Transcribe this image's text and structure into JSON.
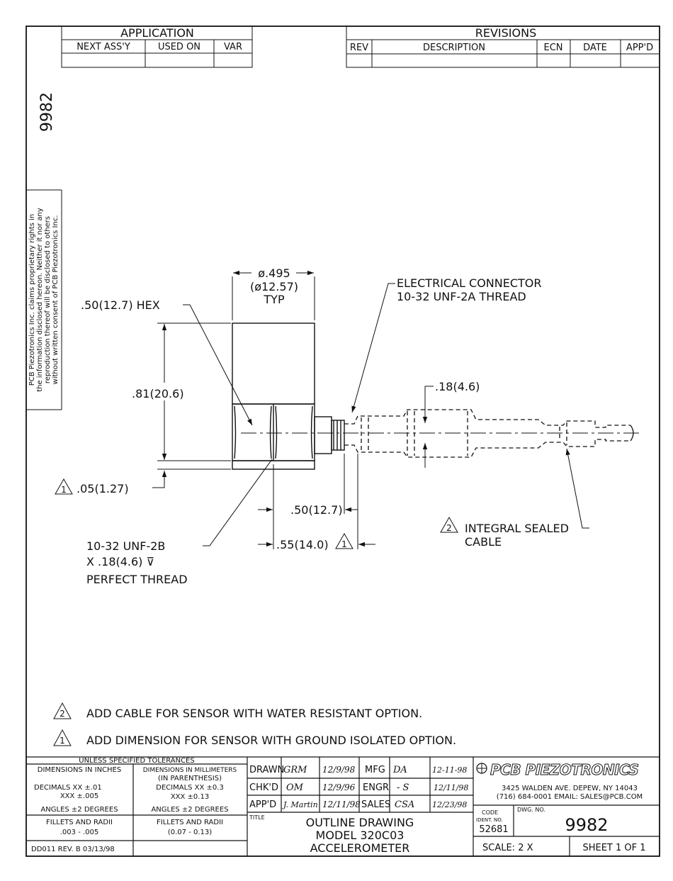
{
  "sheet_number_vertical": "9982",
  "proprietary_notice": [
    "PCB Piezotronics Inc. claims proprietary rights in",
    "the information disclosed hereon. Neither it nor any",
    "reproduction thereof will be disclosed to others",
    "without written consent of PCB Piezotronics Inc."
  ],
  "application": {
    "title": "APPLICATION",
    "columns": [
      "NEXT ASS'Y",
      "USED ON",
      "VAR"
    ]
  },
  "revisions": {
    "title": "REVISIONS",
    "columns": [
      "REV",
      "DESCRIPTION",
      "ECN",
      "DATE",
      "APP'D"
    ]
  },
  "drawing": {
    "dim_diameter": "ø.495",
    "dim_diameter_mm": "(ø12.57)",
    "dim_typ": "TYP",
    "label_hex": ".50(12.7) HEX",
    "label_connector_1": "ELECTRICAL CONNECTOR",
    "label_connector_2": "10-32 UNF-2A THREAD",
    "dim_height": ".81(20.6)",
    "dim_cable": ".18(4.6)",
    "note1_mark": "1",
    "dim_base": ".05(1.27)",
    "dim_connector_len": ".50(12.7)",
    "dim_total_len": ".55(14.0)",
    "thread_1": "10-32 UNF-2B",
    "thread_2": "X .18(4.6) ⊽",
    "thread_3": "PERFECT THREAD",
    "note2_mark": "2",
    "cable_1": "INTEGRAL SEALED",
    "cable_2": "CABLE"
  },
  "notes": [
    {
      "mark": "2",
      "text": "ADD CABLE FOR SENSOR WITH WATER RESISTANT OPTION."
    },
    {
      "mark": "1",
      "text": "ADD DIMENSION FOR SENSOR WITH GROUND ISOLATED OPTION."
    }
  ],
  "tolerances": {
    "header": "UNLESS SPECIFIED TOLERANCES",
    "inches_title": "DIMENSIONS IN INCHES",
    "inches_l1": "DECIMALS  XX ±.01",
    "inches_l2": "XXX ±.005",
    "inches_l3": "ANGLES ±2 DEGREES",
    "mm_title": "DIMENSIONS IN MILLIMETERS",
    "mm_sub": "(IN PARENTHESIS)",
    "mm_l1": "DECIMALS  XX ±0.3",
    "mm_l2": "XXX ±0.13",
    "mm_l3": "ANGLES ±2 DEGREES",
    "fillets_in_title": "FILLETS AND RADII",
    "fillets_in": ".003 - .005",
    "fillets_mm_title": "FILLETS AND RADII",
    "fillets_mm": "(0.07 - 0.13)",
    "form_rev": "DD011 REV. B 03/13/98"
  },
  "approvals": [
    {
      "role": "DRAWN",
      "initials": "GRM",
      "date": "12/9/98",
      "role2": "MFG",
      "initials2": "DA",
      "date2": "12-11-98"
    },
    {
      "role": "CHK'D",
      "initials": "OM",
      "date": "12/9/96",
      "role2": "ENGR",
      "initials2": "- S",
      "date2": "12/11/98"
    },
    {
      "role": "APP'D",
      "initials": "J. Martin",
      "date": "12/11/98",
      "role2": "SALES",
      "initials2": "CSA",
      "date2": "12/23/98"
    }
  ],
  "title_block": {
    "title_label": "TITLE",
    "title_1": "OUTLINE DRAWING",
    "title_2": "MODEL 320C03",
    "title_3": "ACCELEROMETER",
    "company": "PCB PIEZOTRONICS",
    "address_1": "3425 WALDEN AVE. DEPEW, NY 14043",
    "address_2": "(716) 684-0001  EMAIL: SALES@PCB.COM",
    "code_label_1": "CODE",
    "code_label_2": "IDENT. NO.",
    "code_value": "52681",
    "dwg_label": "DWG. NO.",
    "dwg_value": "9982",
    "scale": "SCALE:   2 X",
    "sheet": "SHEET  1  OF  1"
  }
}
